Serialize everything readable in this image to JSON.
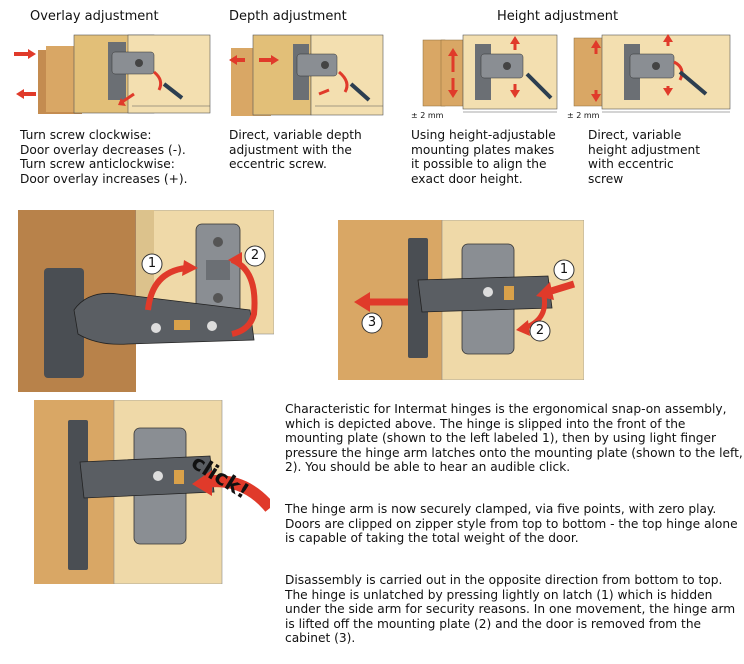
{
  "headers": {
    "overlay": "Overlay adjustment",
    "depth": "Depth adjustment",
    "height": "Height adjustment"
  },
  "captions": {
    "overlay": "Turn screw clockwise:\nDoor overlay decreases (-).\nTurn screw anticlockwise:\nDoor overlay increases (+).",
    "depth": "Direct, variable depth\nadjustment with the\neccentric screw.",
    "height_plates": "Using height-adjustable\nmounting plates makes\nit possible to align the\nexact door height.",
    "height_eccentric": "Direct, variable\nheight adjustment\nwith eccentric\nscrew"
  },
  "figure_labels": {
    "tolerance_a": "± 2 mm",
    "tolerance_b": "± 2 mm",
    "step1a": "1",
    "step2a": "2",
    "step1b": "1",
    "step2b": "2",
    "step3b": "3",
    "click": "click!"
  },
  "paragraphs": [
    "Characteristic for Intermat hinges is the ergonomical snap-on assembly, which is  depicted  above. The hinge is slipped into the front of the mounting plate (shown to the left labeled 1), then by using light finger pressure the hinge arm latches onto the mounting plate (shown to the left, 2). You should be able to hear an audible click.",
    "The hinge arm is now securely clamped, via five points, with zero play. Doors are clipped on zipper style from top to bottom - the top hinge alone is capable of taking the total weight of the door.",
    "Disassembly is carried out in the opposite direction from bottom to top. The hinge is unlatched by pressing lightly on latch (1) which is hidden under the side arm for security reasons. In one movement, the hinge arm is lifted off the mounting plate (2) and the door is removed from the cabinet (3)."
  ],
  "colors": {
    "wood_dark": "#b8824a",
    "wood_light": "#e2bf78",
    "panel": "#efd9a8",
    "metal": "#5a5e63",
    "arrow": "#e03a2a"
  }
}
